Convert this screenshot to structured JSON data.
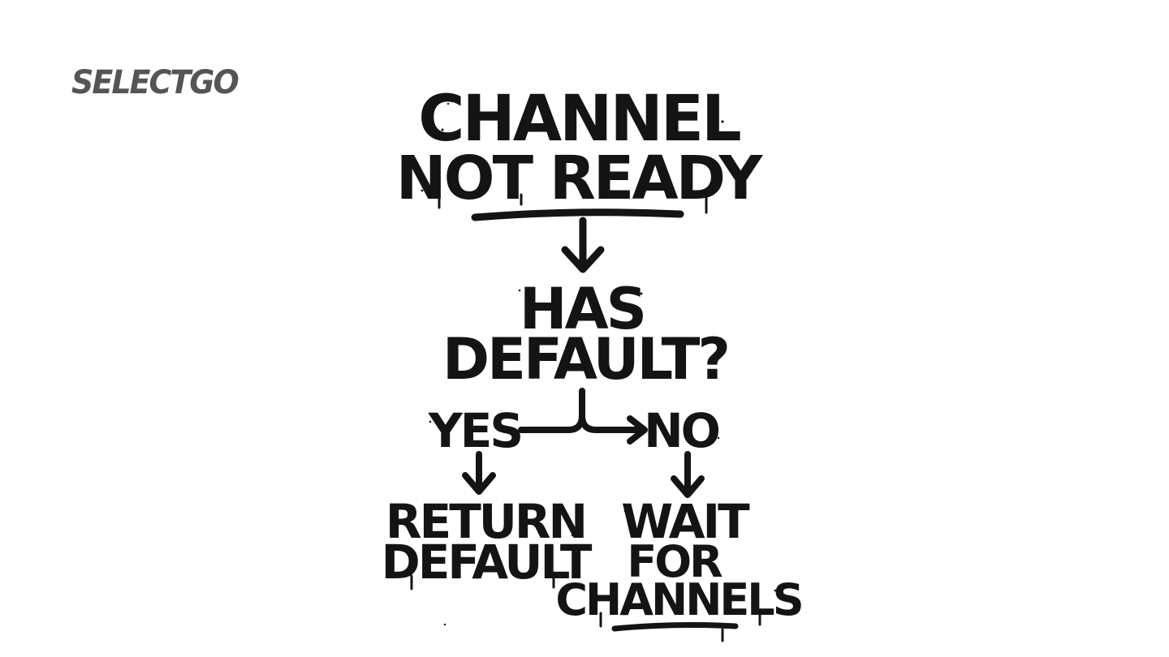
{
  "brand": {
    "label": "SELECTGO"
  },
  "colors": {
    "ink": "#141414",
    "brand": "#555555",
    "background": "#ffffff"
  },
  "flow": {
    "start": {
      "line1": "CHANNEL",
      "line2": "NOT READY"
    },
    "decision": {
      "line1": "HAS",
      "line2": "DEFAULT?"
    },
    "yes_label": "YES",
    "no_label": "NO",
    "yes_result": {
      "line1": "RETURN",
      "line2": "DEFAULT"
    },
    "no_result": {
      "line1": "WAIT",
      "line2": "FOR",
      "line3": "CHANNELS"
    }
  }
}
